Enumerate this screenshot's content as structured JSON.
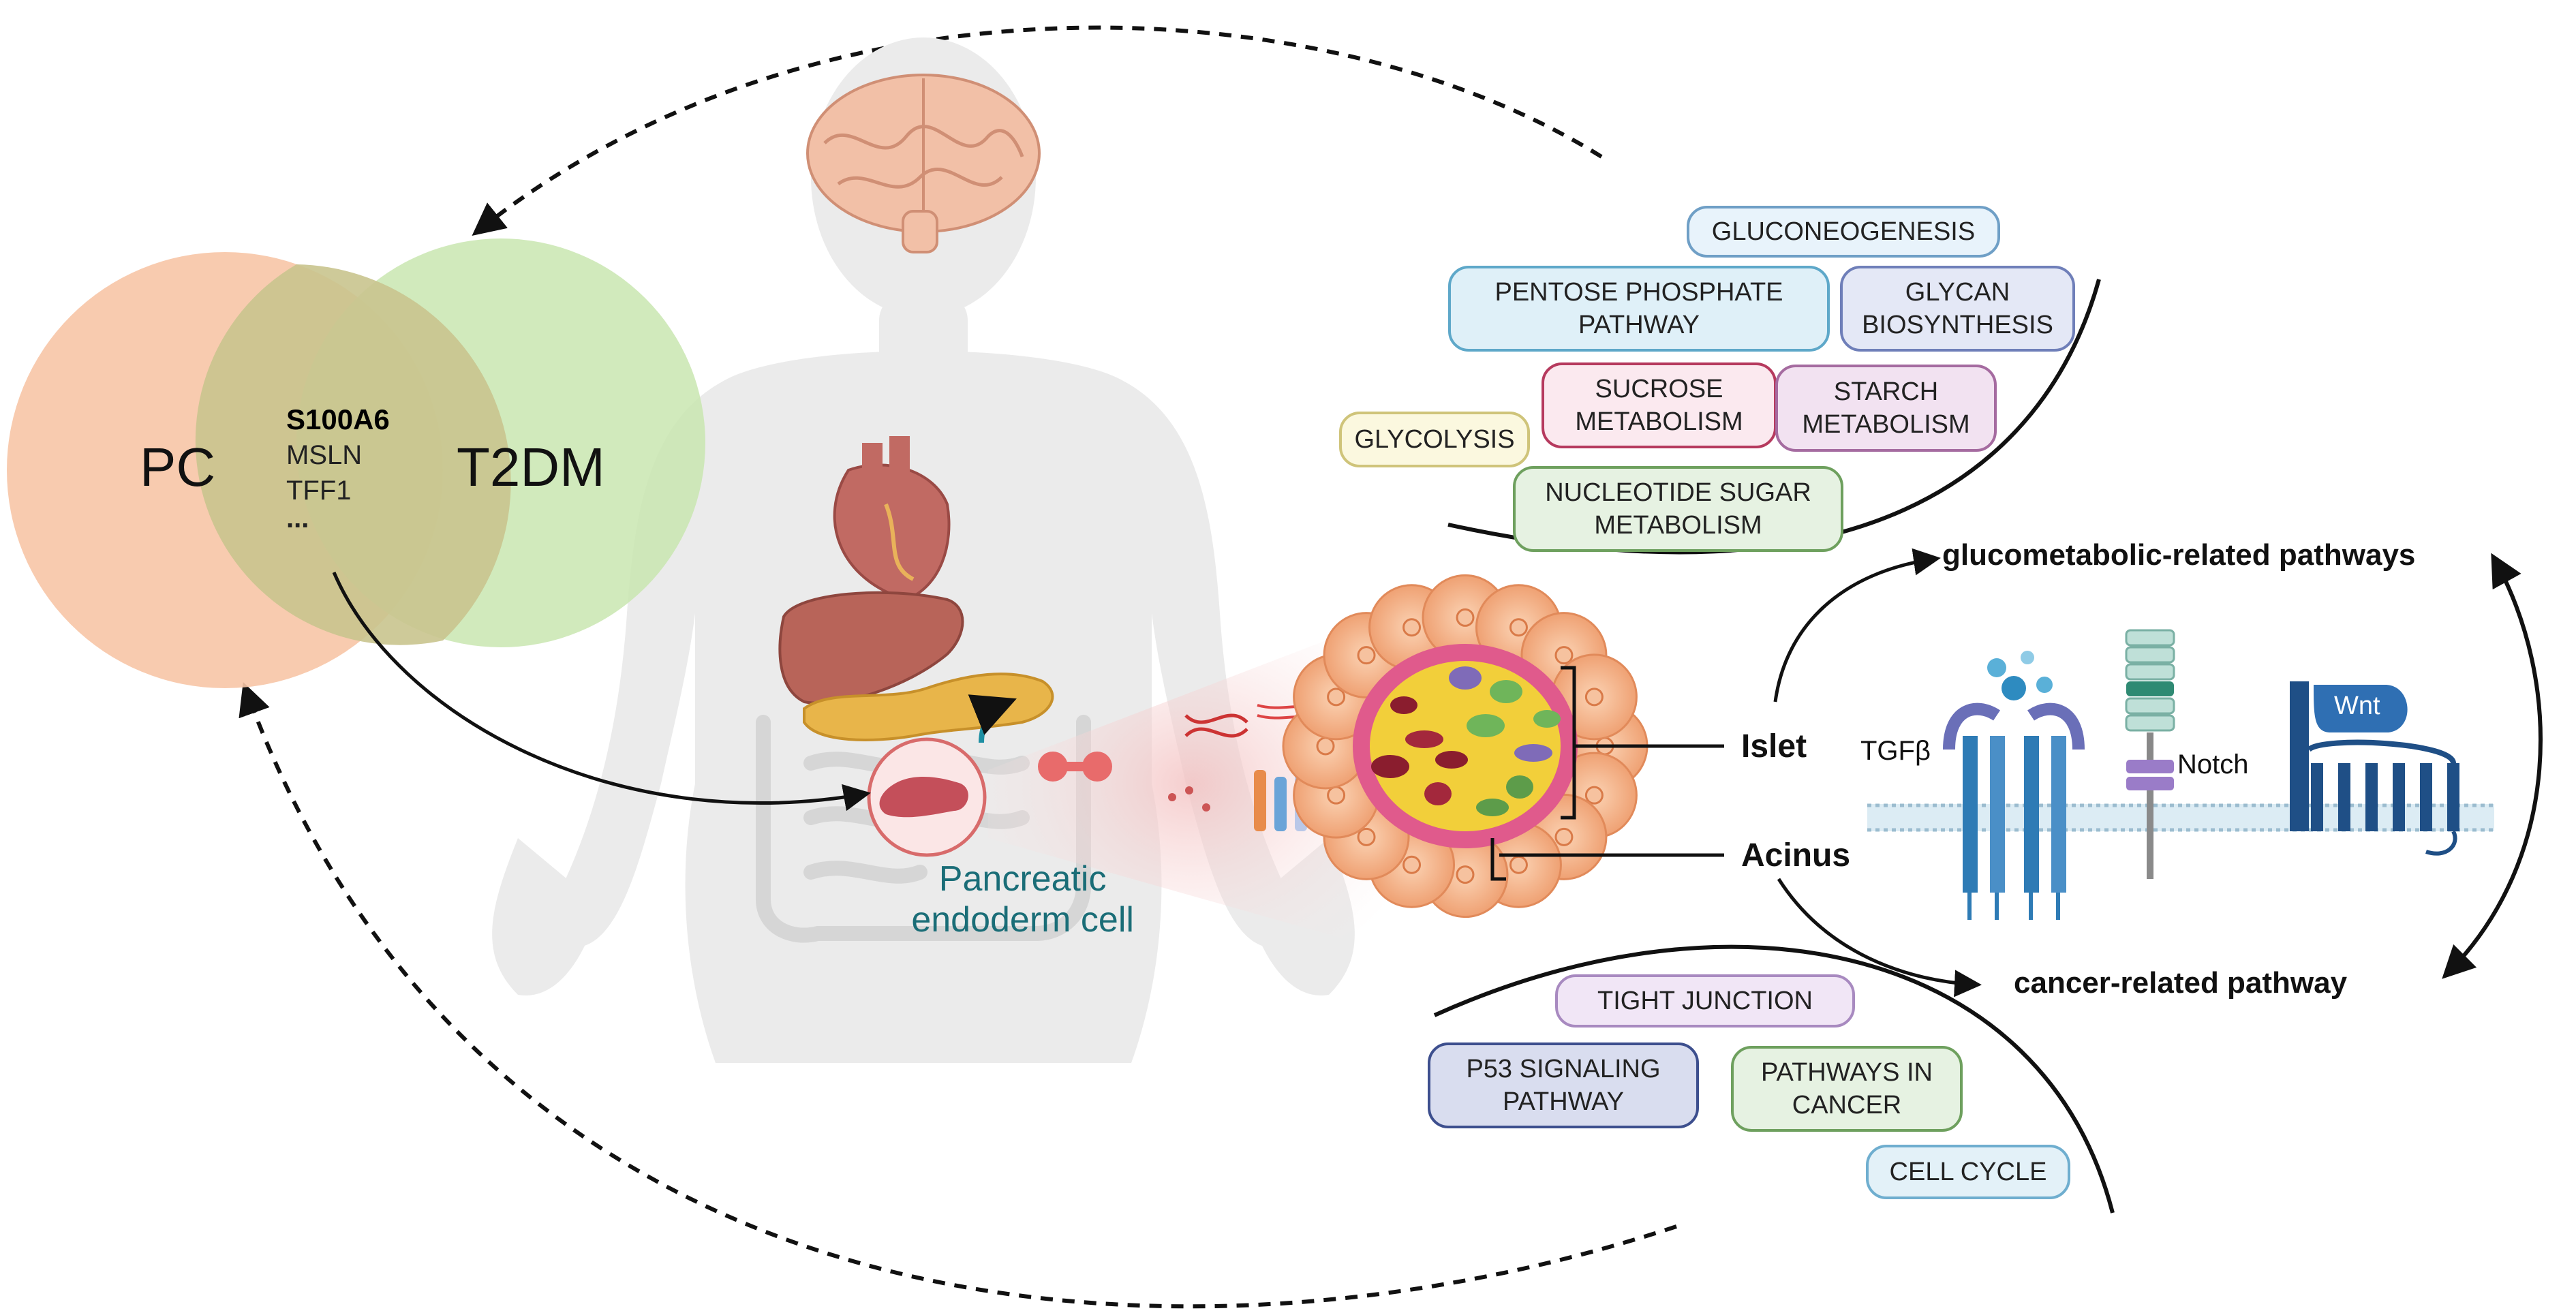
{
  "venn": {
    "left_label": "PC",
    "right_label": "T2DM",
    "overlap_genes": [
      "S100A6",
      "MSLN",
      "TFF1",
      "..."
    ],
    "colors": {
      "pc": "#f7c5a6",
      "t2dm": "#c9e6b0",
      "overlap": "#c9c48e"
    }
  },
  "body_labels": {
    "pancreatic_cell": "Pancreatic\nendoderm cell"
  },
  "tissue_labels": {
    "islet": "Islet",
    "acinus": "Acinus"
  },
  "pathway_headings": {
    "glucometabolic": "glucometabolic-related pathways",
    "cancer": "cancer-related pathway"
  },
  "receptors": {
    "tgfb": "TGFβ",
    "notch": "Notch",
    "wnt": "Wnt"
  },
  "glucometabolic_pathways": [
    {
      "label": "GLUCONEOGENESIS",
      "fill": "#e8f3fb",
      "stroke": "#6f9fc6"
    },
    {
      "label": "PENTOSE PHOSPHATE\nPATHWAY",
      "fill": "#dff0f8",
      "stroke": "#5ea8c9"
    },
    {
      "label": "GLYCAN\nBIOSYNTHESIS",
      "fill": "#e4e8f6",
      "stroke": "#6f7fb9"
    },
    {
      "label": "GLYCOLYSIS",
      "fill": "#fbf8df",
      "stroke": "#cfc47a"
    },
    {
      "label": "SUCROSE\nMETABOLISM",
      "fill": "#fbe9ef",
      "stroke": "#b63a5e"
    },
    {
      "label": "STARCH\nMETABOLISM",
      "fill": "#f2e2f1",
      "stroke": "#a56ba0"
    },
    {
      "label": "NUCLEOTIDE  SUGAR\nMETABOLISM",
      "fill": "#e6f2e2",
      "stroke": "#6ea05e"
    }
  ],
  "cancer_pathways": [
    {
      "label": "TIGHT JUNCTION",
      "fill": "#f1e6f6",
      "stroke": "#a88ac0"
    },
    {
      "label": "P53  SIGNALING\nPATHWAY",
      "fill": "#d9ddef",
      "stroke": "#3d4f8e"
    },
    {
      "label": "PATHWAYS IN\nCANCER",
      "fill": "#e6f2e2",
      "stroke": "#6ea05e"
    },
    {
      "label": "CELL CYCLE",
      "fill": "#e3f1f8",
      "stroke": "#6faecf"
    }
  ]
}
